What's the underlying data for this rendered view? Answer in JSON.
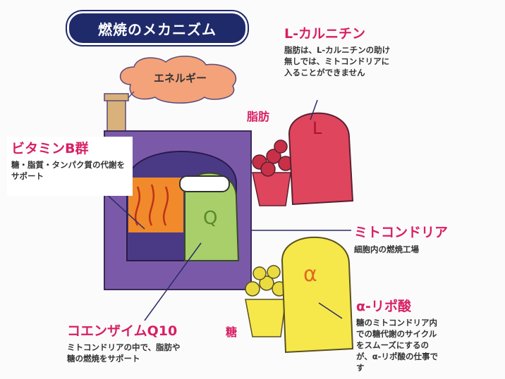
{
  "title": "燃焼のメカニズム",
  "energy_label": "エネルギー",
  "fat_label": "脂肪",
  "sugar_label": "糖",
  "characters": {
    "l_carnitine_letter": "L",
    "q10_letter": "Q",
    "alpha_letter": "α"
  },
  "annotations": {
    "l_carnitine": {
      "heading": "L-カルニチン",
      "text": "脂肪は、L-カルニチンの助け無しでは、ミトコンドリアに入ることができません"
    },
    "vitamin_b": {
      "heading": "ビタミンB群",
      "text": "糖・脂質・タンパク質の代謝をサポート"
    },
    "mitochondria": {
      "heading": "ミトコンドリア",
      "text": "細胞内の燃焼工場"
    },
    "alpha_lipoic": {
      "heading": "α-リポ酸",
      "text": "糖のミトコンドリア内での糖代謝のサイクルをスムーズにするのが、α-リポ酸の仕事です"
    },
    "coenzyme_q10": {
      "heading": "コエンザイムQ10",
      "text": "ミトコンドリアの中で、脂肪や糖の燃焼をサポート"
    }
  },
  "colors": {
    "accent": "#d81f63",
    "navy": "#1f2a6b",
    "furnace": "#7a5aa8",
    "fire": "#f08a2a",
    "q10": "#a8cf6a",
    "l_char": "#e0455e",
    "alpha_char": "#f6e84a"
  }
}
